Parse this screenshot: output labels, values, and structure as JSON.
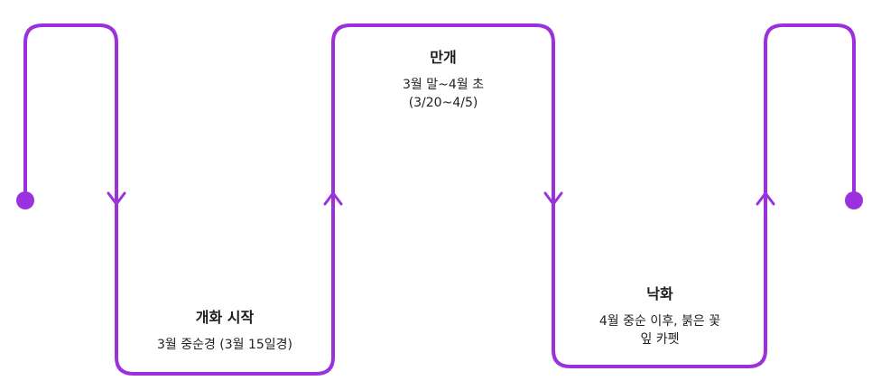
{
  "colors": {
    "line": "#9B30DD",
    "text": "#1a1a1a"
  },
  "stages": [
    {
      "title": "개화 시작",
      "desc_lines": [
        "3월 중순경 (3월 15일경)"
      ]
    },
    {
      "title": "만개",
      "desc_lines": [
        "3월 말~4월 초",
        "(3/20~4/5)"
      ]
    },
    {
      "title": "낙화",
      "desc_lines": [
        "4월 중순 이후, 붉은 꽃",
        "잎 카펫"
      ]
    }
  ]
}
